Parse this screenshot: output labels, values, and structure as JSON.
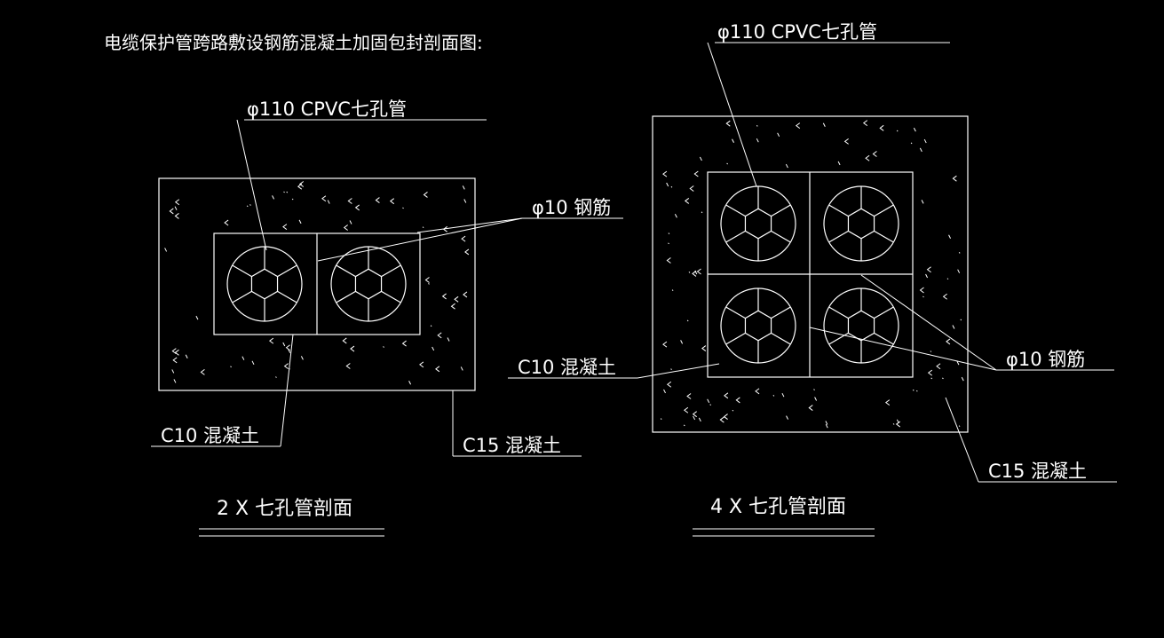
{
  "drawing_title": "电缆保护管跨路敷设钢筋混凝土加固包封剖面图:",
  "left_section": {
    "pipe_label": "φ110 CPVC七孔管",
    "rebar_label": "φ10 钢筋",
    "inner_concrete_label": "C10 混凝土",
    "outer_concrete_label": "C15 混凝土",
    "caption": "2 X 七孔管剖面",
    "pipe_count": 2
  },
  "right_section": {
    "pipe_label": "φ110 CPVC七孔管",
    "rebar_label": "φ10 钢筋",
    "inner_concrete_label": "C10 混凝土",
    "outer_concrete_label": "C15 混凝土",
    "caption": "4 X 七孔管剖面",
    "pipe_count": 4
  },
  "colors": {
    "background": "#000000",
    "lines": "#ffffff"
  }
}
